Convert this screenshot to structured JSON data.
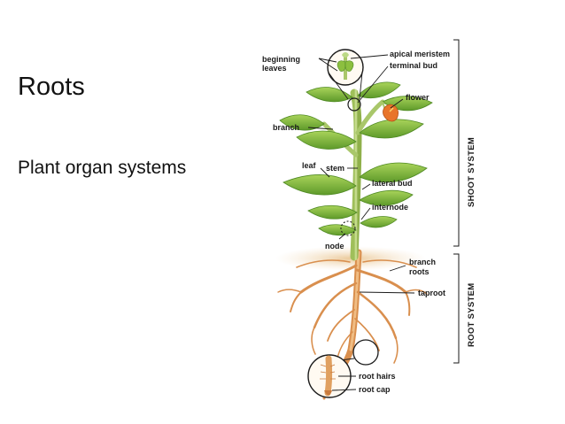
{
  "slide": {
    "title": "Roots",
    "subtitle": "Plant organ systems"
  },
  "diagram": {
    "labels": {
      "beginning_leaves_1": "beginning",
      "beginning_leaves_2": "leaves",
      "apical_meristem": "apical meristem",
      "terminal_bud": "terminal bud",
      "flower": "flower",
      "branch": "branch",
      "leaf": "leaf",
      "stem": "stem",
      "lateral_bud": "lateral bud",
      "internode": "internode",
      "node": "node",
      "branch_roots_1": "branch",
      "branch_roots_2": "roots",
      "taproot": "taproot",
      "root_hairs": "root hairs",
      "root_cap": "root cap"
    },
    "systems": {
      "shoot": "SHOOT SYSTEM",
      "root": "ROOT SYSTEM"
    },
    "colors": {
      "leaf": "#8cbf3f",
      "leaf_dark": "#4f8a23",
      "stem": "#b9d27a",
      "root": "#e0a060",
      "root_dark": "#c97a3c",
      "flower": "#e8742a",
      "soil": "#e8c79a"
    }
  }
}
